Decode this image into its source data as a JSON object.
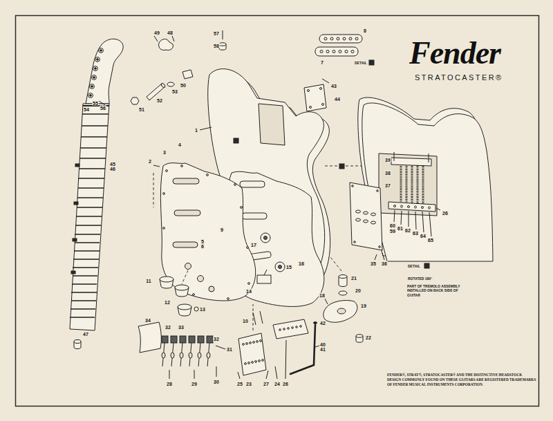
{
  "diagram": {
    "title": "Fender",
    "labels": [
      "STRATOCASTER®",
      "49",
      "48",
      "57",
      "58",
      "8",
      "7",
      "DETAIL",
      "43",
      "44",
      "50",
      "53",
      "52",
      "51",
      "55",
      "56",
      "54",
      "1",
      "45",
      "46",
      "2",
      "3",
      "4",
      "39",
      "38",
      "37",
      "26",
      "60",
      "59",
      "61",
      "62",
      "63",
      "64",
      "65",
      "35",
      "36",
      "DETAIL",
      "ROTATED 180°",
      "PART OF TREMOLO ASSEMBLY INSTALLED ON BACK SIDE OF GUITAR",
      "5",
      "6",
      "9",
      "17",
      "16",
      "15",
      "11",
      "12",
      "13",
      "14",
      "10",
      "18",
      "21",
      "20",
      "19",
      "22",
      "42",
      "40",
      "41",
      "47",
      "34",
      "32",
      "33",
      "32",
      "31",
      "28",
      "29",
      "30",
      "25",
      "23",
      "27",
      "24",
      "26",
      "FENDER®, STRAT®, STRATOCASTER® AND THE DISTINCTIVE HEADSTOCK DESIGN COMMONLY FOUND ON THESE GUITARS ARE REGISTERED TRADEMARKS OF FENDER MUSICAL INSTRUMENTS CORPORATION."
    ]
  }
}
